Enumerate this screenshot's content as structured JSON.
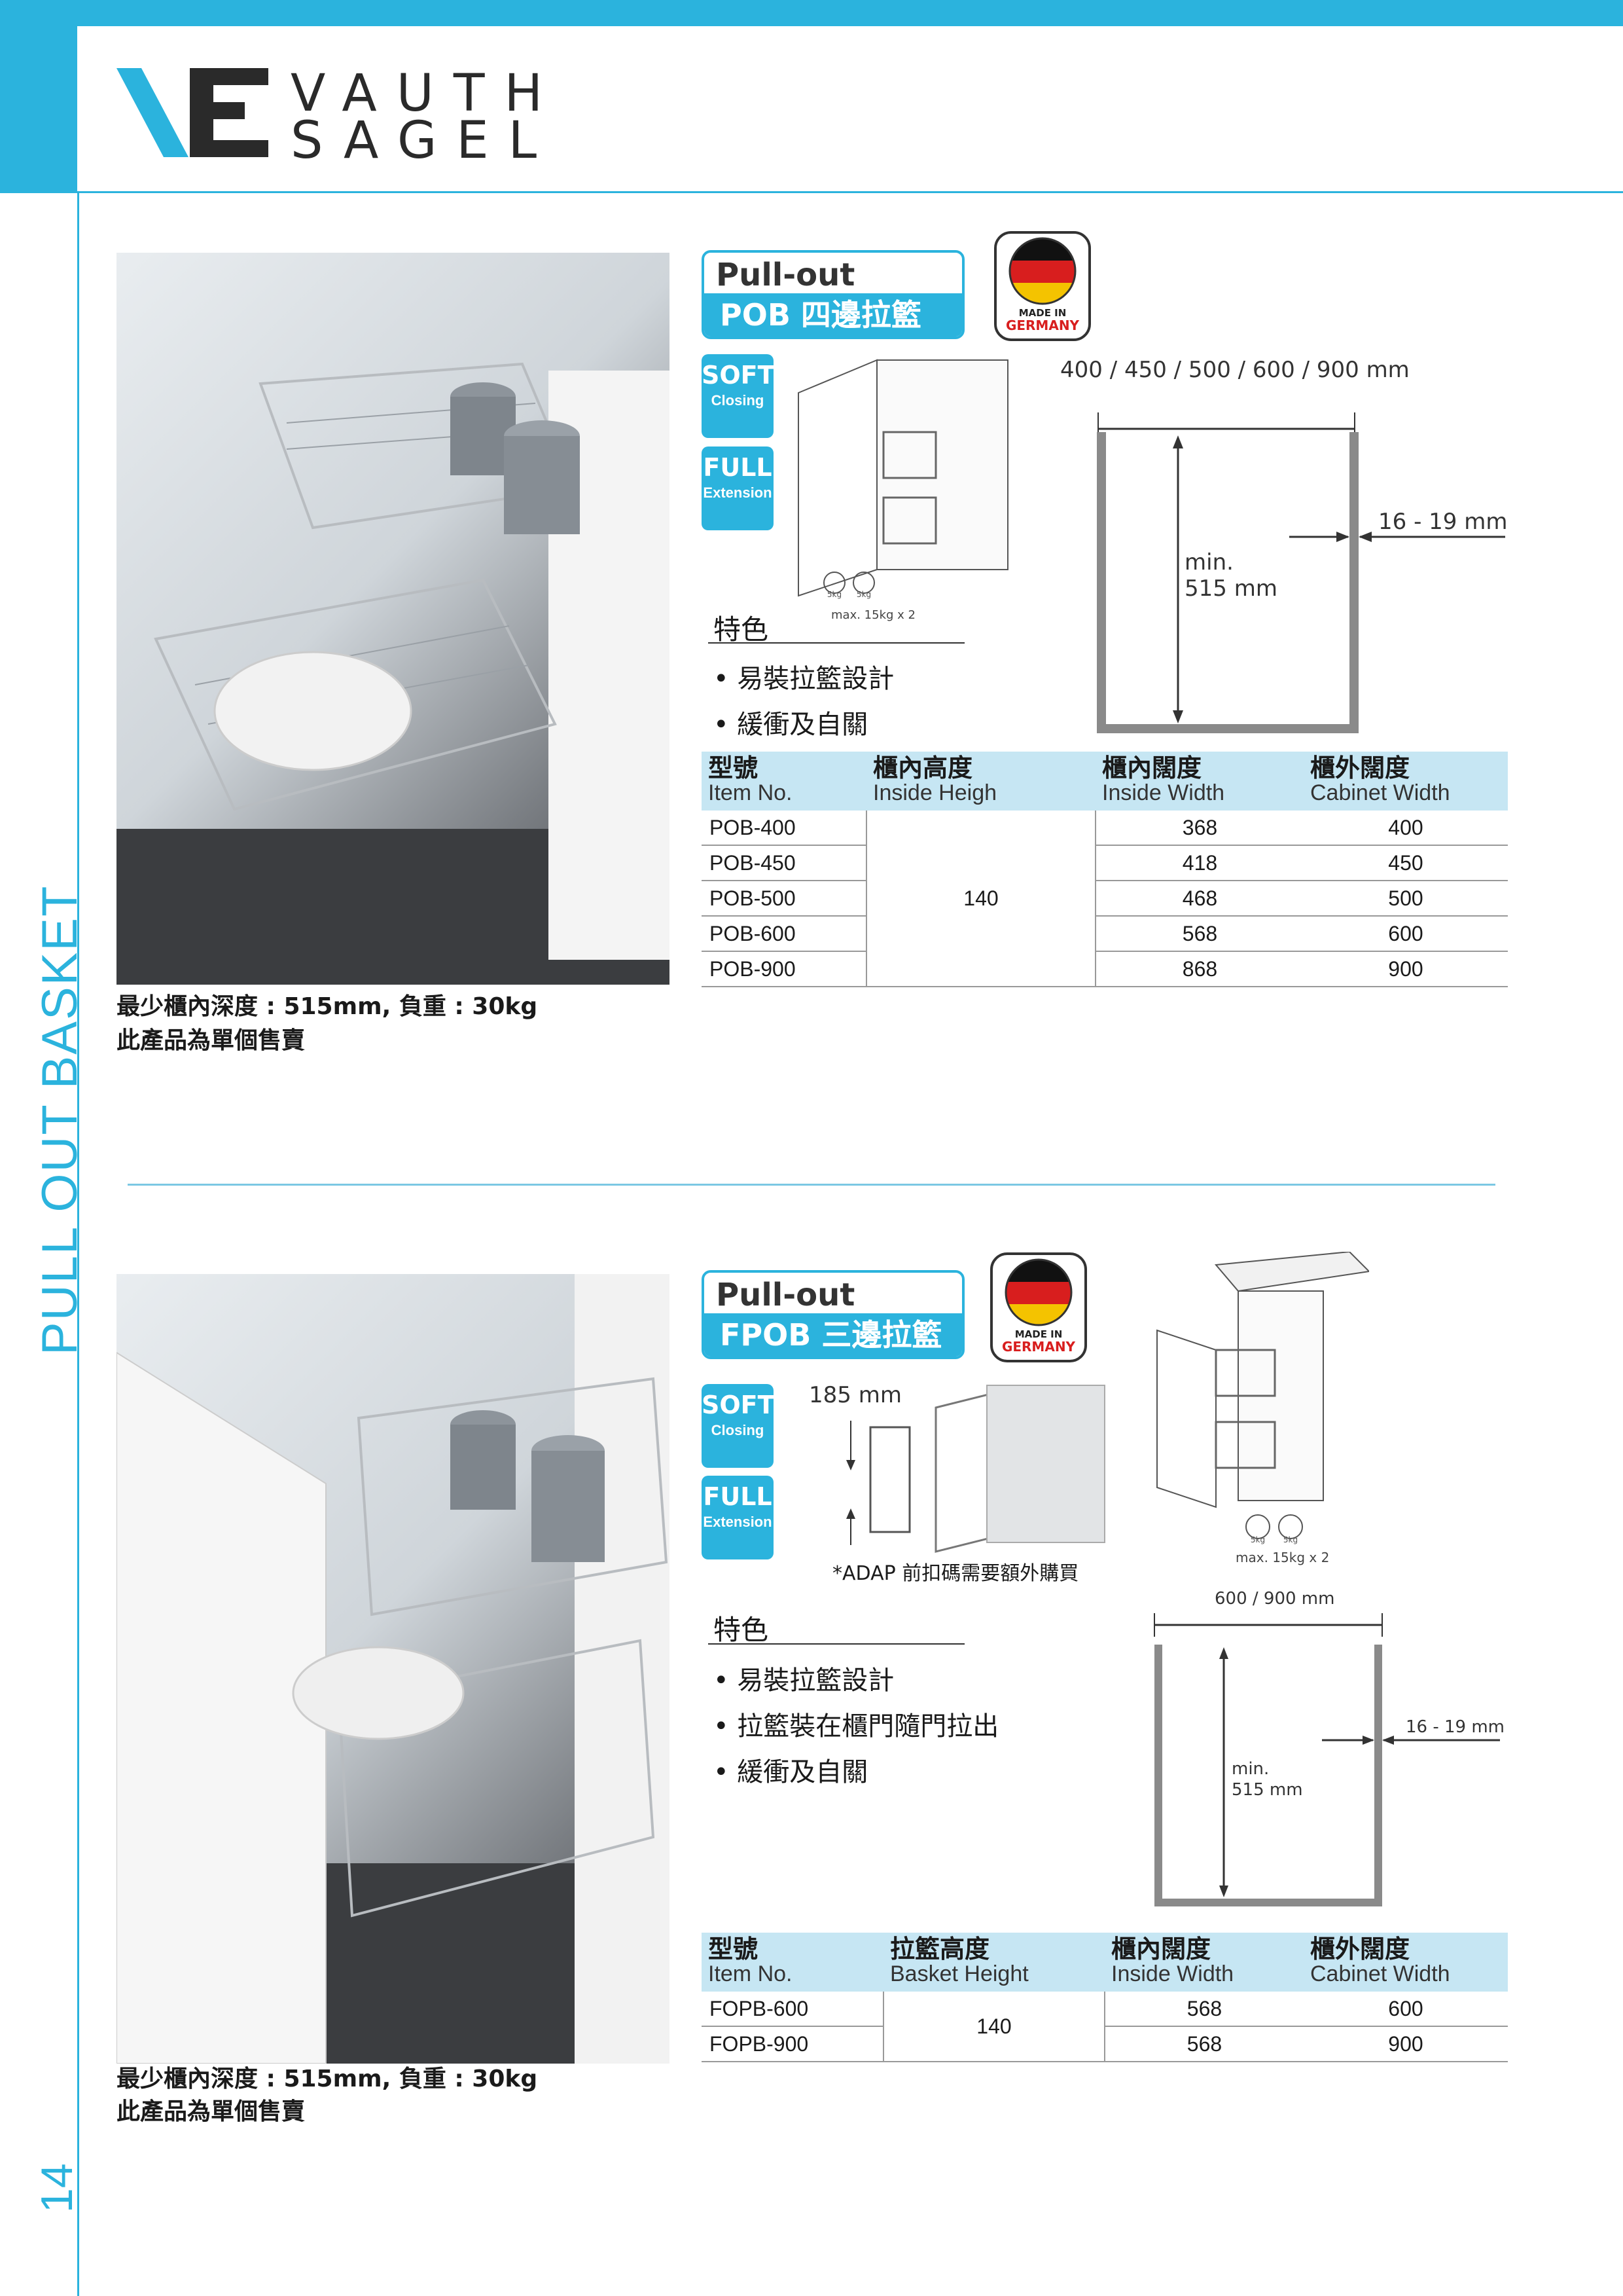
{
  "brand": {
    "line1": "VAUTH",
    "line2": "SAGEL"
  },
  "sidebar_label": "PULL OUT BASKET",
  "page_number": "14",
  "products": [
    {
      "title_en": "Pull-out Basket",
      "title_cn": "POB 四邊拉籃",
      "made_in_line1": "MADE IN",
      "made_in_line2": "GERMANY",
      "badge_soft": {
        "main": "SOFT",
        "sub": "Closing"
      },
      "badge_full": {
        "main": "FULL",
        "sub": "Extension"
      },
      "features_title": "特色",
      "features": [
        "• 易裝拉籃設計",
        "• 緩衝及自關"
      ],
      "diagram": {
        "width_label": "400 / 450 / 500 / 600 / 900 mm",
        "side_label": "16 - 19 mm",
        "depth_label_1": "min.",
        "depth_label_2": "515 mm",
        "load_label": "max. 15kg x 2",
        "weight_tag": "5kg"
      },
      "note_line1": "最少櫃內深度 : 515mm, 負重 : 30kg",
      "note_line2": "此產品為單個售賣",
      "table": {
        "headers": [
          {
            "cn": "型號",
            "en": "Item No."
          },
          {
            "cn": "櫃內高度",
            "en": "Inside Heigh"
          },
          {
            "cn": "櫃內闊度",
            "en": "Inside Width"
          },
          {
            "cn": "櫃外闊度",
            "en": "Cabinet Width"
          }
        ],
        "shared_height": "140",
        "rows": [
          {
            "item": "POB-400",
            "inside": "368",
            "cabinet": "400"
          },
          {
            "item": "POB-450",
            "inside": "418",
            "cabinet": "450"
          },
          {
            "item": "POB-500",
            "inside": "468",
            "cabinet": "500"
          },
          {
            "item": "POB-600",
            "inside": "568",
            "cabinet": "600"
          },
          {
            "item": "POB-900",
            "inside": "868",
            "cabinet": "900"
          }
        ]
      }
    },
    {
      "title_en": "Pull-out Basket",
      "title_cn": "FPOB 三邊拉籃",
      "made_in_line1": "MADE IN",
      "made_in_line2": "GERMANY",
      "badge_soft": {
        "main": "SOFT",
        "sub": "Closing"
      },
      "badge_full": {
        "main": "FULL",
        "sub": "Extension"
      },
      "features_title": "特色",
      "features": [
        "• 易裝拉籃設計",
        "• 拉籃裝在櫃門隨門拉出",
        "• 緩衝及自關"
      ],
      "adap_note": "*ADAP 前扣碼需要額外購買",
      "bracket_label": "185 mm",
      "diagram": {
        "width_label": "600 / 900 mm",
        "side_label": "16 - 19 mm",
        "depth_label_1": "min.",
        "depth_label_2": "515 mm",
        "load_label": "max. 15kg x 2",
        "weight_tag": "5kg"
      },
      "note_line1": "最少櫃內深度 : 515mm, 負重 : 30kg",
      "note_line2": "此產品為單個售賣",
      "table": {
        "headers": [
          {
            "cn": "型號",
            "en": "Item No."
          },
          {
            "cn": "拉籃高度",
            "en": "Basket Height"
          },
          {
            "cn": "櫃內闊度",
            "en": "Inside Width"
          },
          {
            "cn": "櫃外闊度",
            "en": "Cabinet Width"
          }
        ],
        "shared_height": "140",
        "rows": [
          {
            "item": "FOPB-600",
            "inside": "568",
            "cabinet": "600"
          },
          {
            "item": "FOPB-900",
            "inside": "568",
            "cabinet": "900"
          }
        ]
      }
    }
  ],
  "colors": {
    "accent": "#2bb3dd",
    "table_header": "#c6e6f3"
  }
}
